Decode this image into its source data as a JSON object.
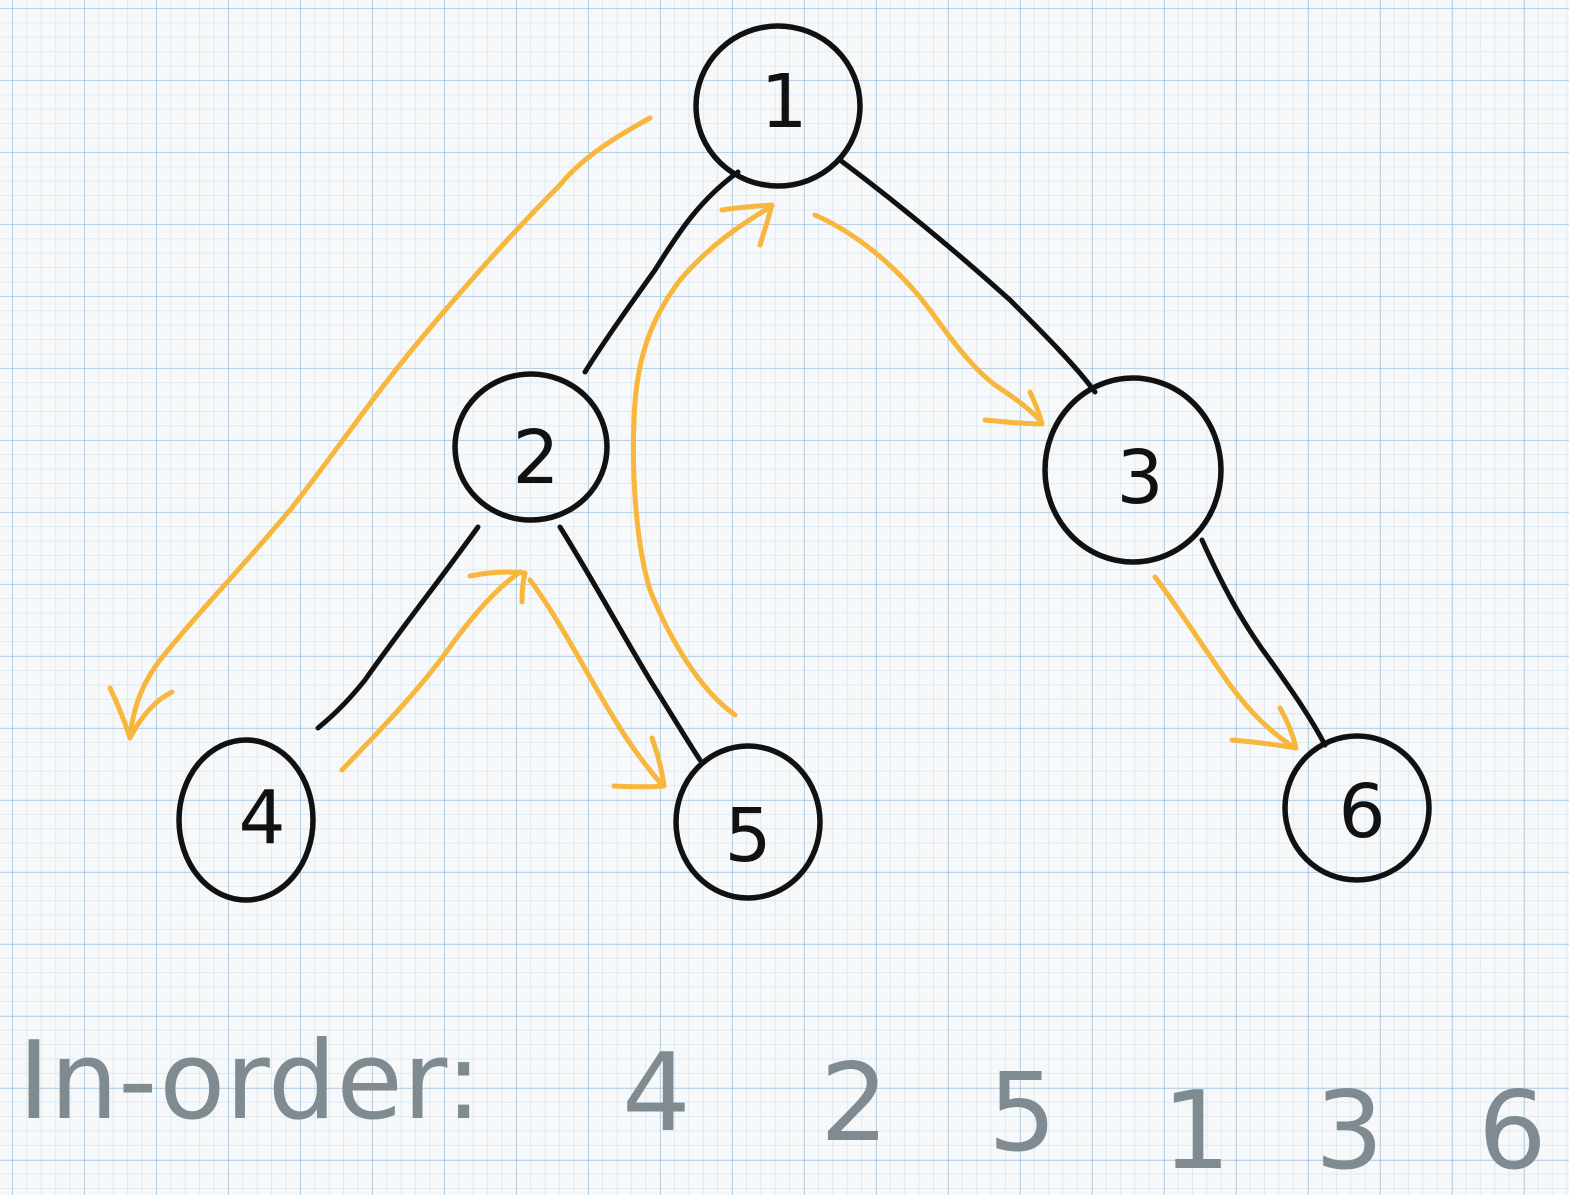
{
  "diagram": {
    "nodes": [
      {
        "id": "1",
        "label": "1"
      },
      {
        "id": "2",
        "label": "2"
      },
      {
        "id": "3",
        "label": "3"
      },
      {
        "id": "4",
        "label": "4"
      },
      {
        "id": "5",
        "label": "5"
      },
      {
        "id": "6",
        "label": "6"
      }
    ],
    "edges": [
      {
        "from": "1",
        "to": "2"
      },
      {
        "from": "1",
        "to": "3"
      },
      {
        "from": "2",
        "to": "4"
      },
      {
        "from": "2",
        "to": "5"
      },
      {
        "from": "3",
        "to": "6"
      }
    ],
    "result": {
      "label": "In-order:",
      "sequence": [
        "4",
        "2",
        "5",
        "1",
        "3",
        "6"
      ]
    },
    "colors": {
      "node_ink": "#111111",
      "traversal_arrows": "#f6b73c",
      "result_ink": "#7f8b91",
      "grid": "#a6c3dc",
      "paper": "#f6f8f9"
    }
  }
}
